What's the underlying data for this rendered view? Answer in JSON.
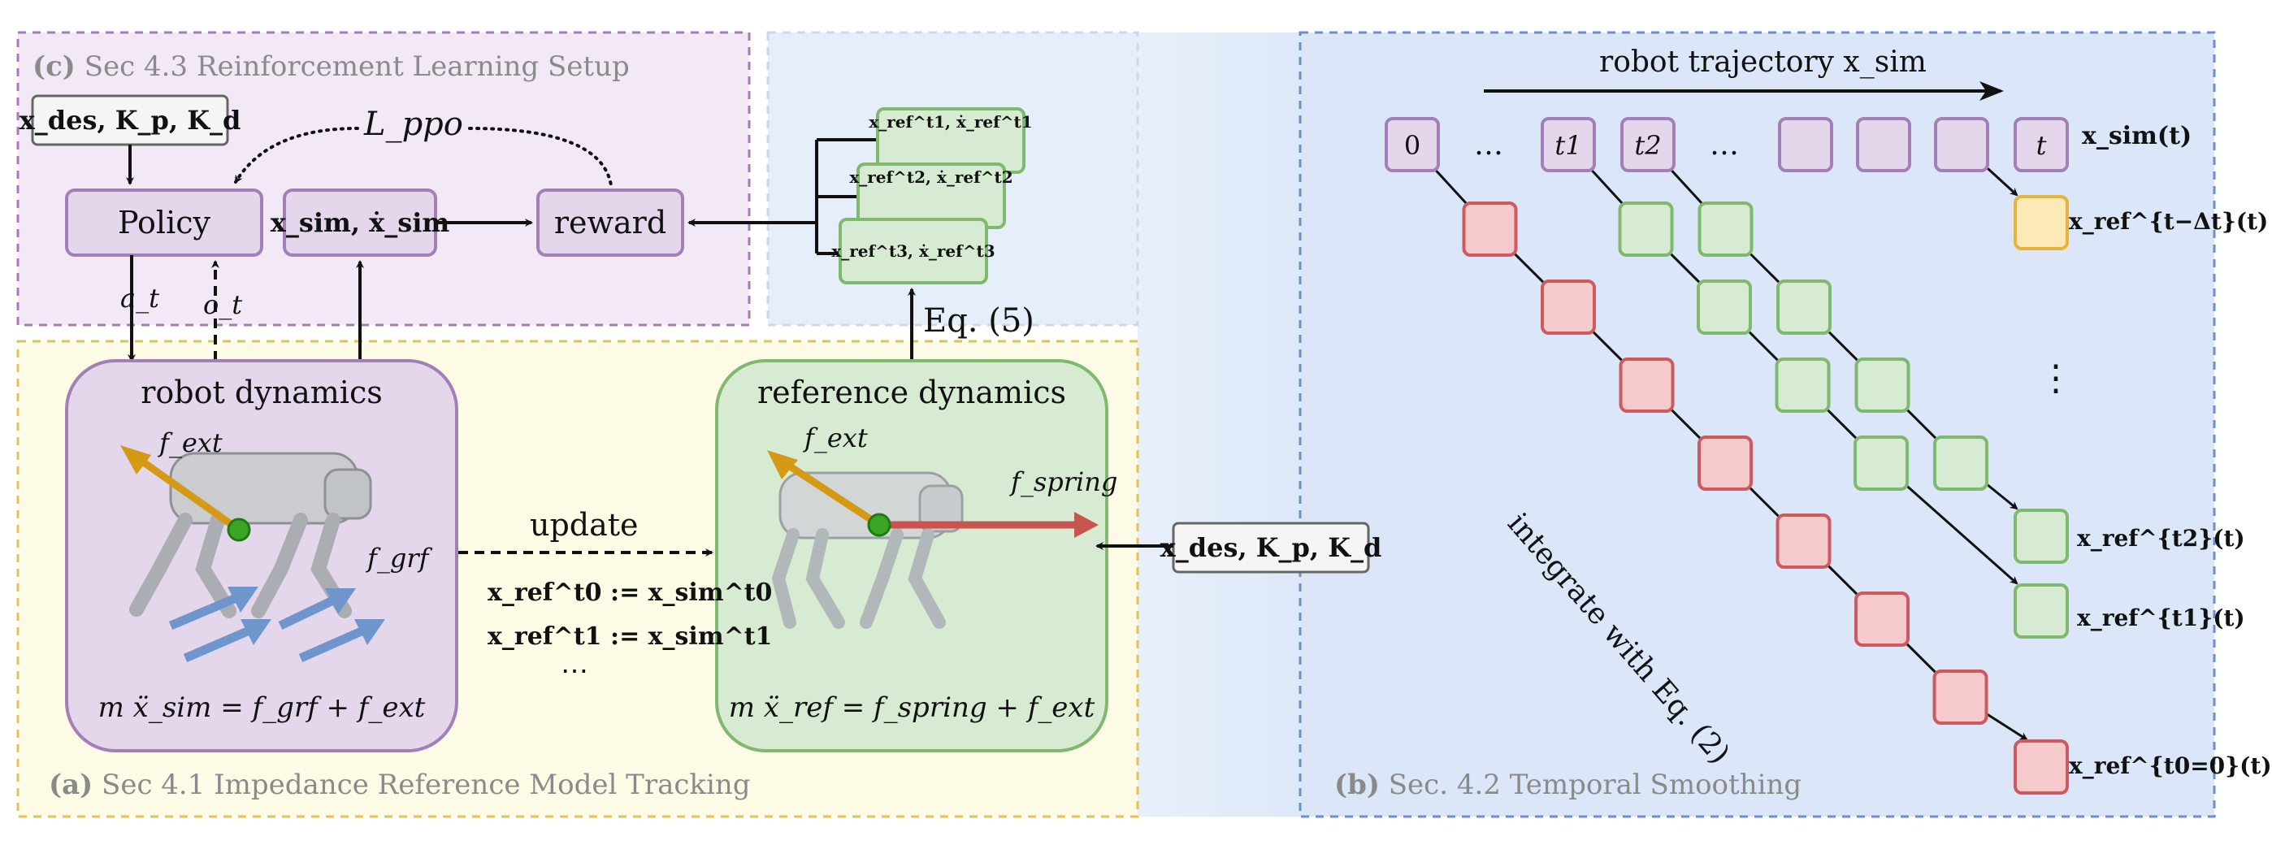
{
  "panels": {
    "c": {
      "tag": "(c)",
      "title": "Sec 4.3 Reinforcement Learning Setup"
    },
    "a": {
      "tag": "(a)",
      "title": "Sec 4.1 Impedance Reference Model Tracking"
    },
    "b": {
      "tag": "(b)",
      "title": "Sec. 4.2 Temporal Smoothing"
    }
  },
  "rl": {
    "input_label": "x_des, K_p, K_d",
    "loss_label": "L_ppo",
    "policy_label": "Policy",
    "state_label": "x_sim, ẋ_sim",
    "reward_label": "reward",
    "action_label": "a_t",
    "obs_label": "o_t"
  },
  "refs": {
    "items": [
      {
        "t": "t1",
        "label": "x_ref^t1, ẋ_ref^t1"
      },
      {
        "t": "t2",
        "label": "x_ref^t2, ẋ_ref^t2"
      },
      {
        "t": "t3",
        "label": "x_ref^t3, ẋ_ref^t3"
      }
    ],
    "eq_label": "Eq. (5)"
  },
  "impedance": {
    "robot_title": "robot dynamics",
    "robot_fext": "f_ext",
    "robot_fgrf": "f_grf",
    "robot_eq": "m ẍ_sim = f_grf + f_ext",
    "update_label": "update",
    "update_eq1": "x_ref^t0 := x_sim^t0",
    "update_eq2": "x_ref^t1 := x_sim^t1",
    "update_dots": "⋯",
    "ref_title": "reference dynamics",
    "ref_fext": "f_ext",
    "ref_fspring": "f_spring",
    "ref_eq": "m ẍ_ref = f_spring + f_ext",
    "input_label": "x_des, K_p, K_d"
  },
  "smoothing": {
    "trajectory_label": "robot trajectory x_sim",
    "timeline": [
      "0",
      "…",
      "t1",
      "t2",
      "…",
      "",
      "",
      "",
      "t"
    ],
    "row_labels": {
      "sim": "x_sim(t)",
      "ref_dt": "x_ref^{t−Δt}(t)",
      "ref_t2": "x_ref^{t2}(t)",
      "ref_t1": "x_ref^{t1}(t)",
      "ref_t0": "x_ref^{t0=0}(t)"
    },
    "vdots": "⋮",
    "integrate_label": "integrate with Eq. (2)"
  },
  "colors": {
    "panel_c_bg": "#f3e9f6",
    "panel_c_border": "#a47bb8",
    "panel_a_bg": "#fdfbe6",
    "panel_a_border": "#e2c25a",
    "panel_b_bg": "#dbe7f8",
    "panel_b_border": "#6b8fcc",
    "purple_fill": "#e4d7ec",
    "purple_stroke": "#a27fb7",
    "green_fill": "#d7ebd3",
    "green_stroke": "#7fb86f",
    "red_fill": "#f6c9cb",
    "red_stroke": "#cc5a5f",
    "orange_fill": "#fde8b7",
    "orange_stroke": "#e8b33a",
    "fext_arrow": "#d49a16",
    "fgrf_arrow": "#6f96cc",
    "fspring_arrow": "#c8544f",
    "com_dot": "#3aa625"
  }
}
